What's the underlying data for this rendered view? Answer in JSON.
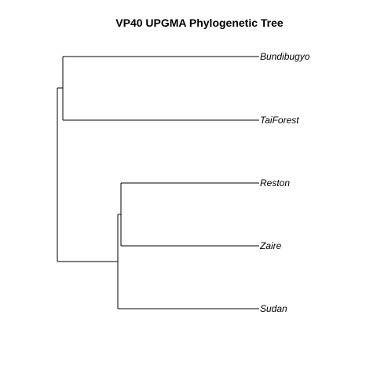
{
  "title": "VP40 UPGMA Phylogenetic Tree",
  "tree": {
    "method": "UPGMA",
    "layout": "rectangular",
    "direction": "rightwards",
    "tip_labels_italic": true,
    "branch_color": "#000000",
    "tips": [
      {
        "id": "bundibugyo",
        "label": "Bundibugyo"
      },
      {
        "id": "taiforest",
        "label": "TaiForest"
      },
      {
        "id": "reston",
        "label": "Reston"
      },
      {
        "id": "zaire",
        "label": "Zaire"
      },
      {
        "id": "sudan",
        "label": "Sudan"
      }
    ],
    "topology": "((Bundibugyo,TaiForest),((Reston,Zaire),Sudan));"
  }
}
